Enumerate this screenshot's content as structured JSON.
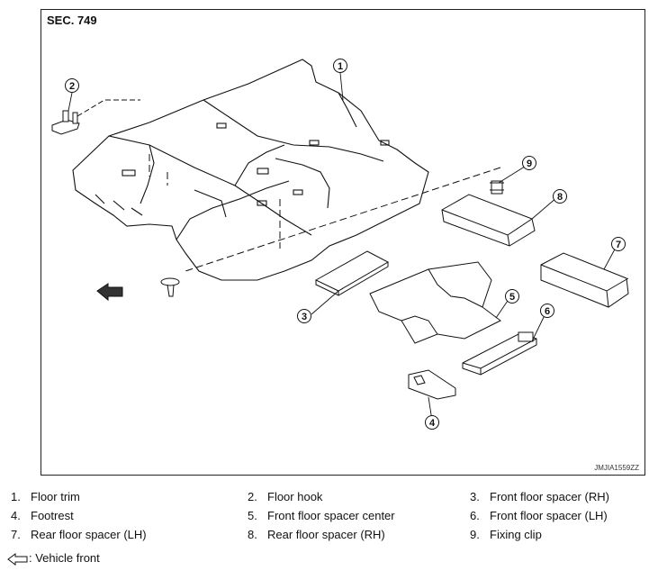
{
  "section_label": "SEC. 749",
  "figure_code": "JMJIA1559ZZ",
  "callouts": [
    "1",
    "2",
    "3",
    "4",
    "5",
    "6",
    "7",
    "8",
    "9"
  ],
  "legend": [
    {
      "num": "1.",
      "text": "Floor trim"
    },
    {
      "num": "2.",
      "text": "Floor hook"
    },
    {
      "num": "3.",
      "text": "Front floor spacer (RH)"
    },
    {
      "num": "4.",
      "text": "Footrest"
    },
    {
      "num": "5.",
      "text": "Front floor spacer center"
    },
    {
      "num": "6.",
      "text": "Front floor spacer (LH)"
    },
    {
      "num": "7.",
      "text": "Rear floor spacer (LH)"
    },
    {
      "num": "8.",
      "text": "Rear floor spacer (RH)"
    },
    {
      "num": "9.",
      "text": "Fixing clip"
    }
  ],
  "vehicle_front_note": ": Vehicle front"
}
